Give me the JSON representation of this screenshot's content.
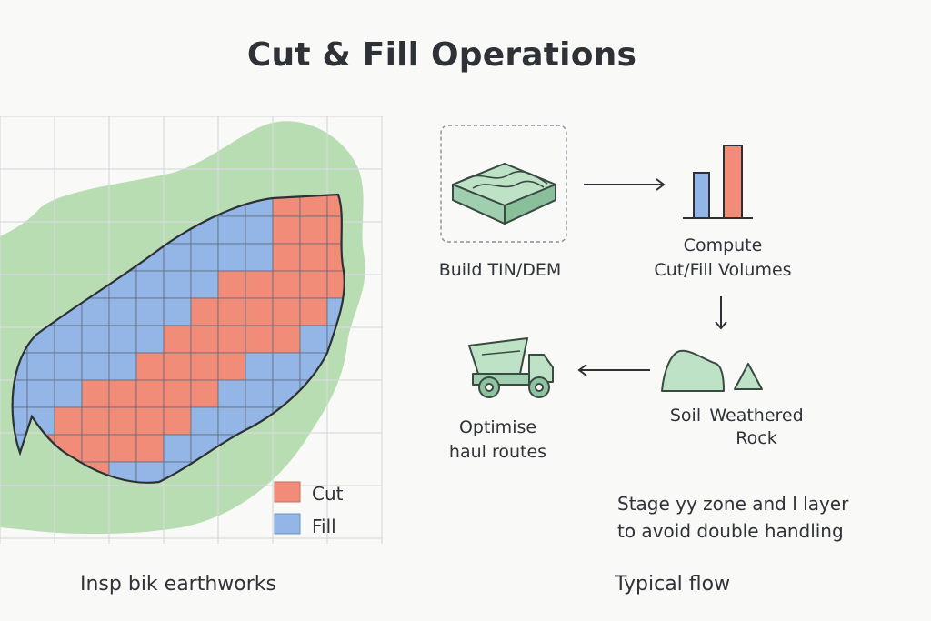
{
  "title": "Cut & Fill Operations",
  "colors": {
    "cut": "#f08c78",
    "fill": "#94b6e6",
    "green": "#b9ddb3",
    "grid": "#d8dadd",
    "outline": "#2d3136",
    "icon_green": "#a8d4b2",
    "icon_stroke": "#3a4a42"
  },
  "map": {
    "legend": {
      "cut": "Cut",
      "fill": "Fill"
    },
    "caption": "Insp bik  earthworks"
  },
  "flow": {
    "step1": {
      "label": "Build TIN/DEM",
      "icon": "terrain-block-icon"
    },
    "step2": {
      "label_line1": "Compute",
      "label_line2": "Cut/Fill Volumes",
      "icon": "bar-chart-icon"
    },
    "step3": {
      "label_soil": "Soil",
      "label_rock_line1": "Weathered",
      "label_rock_line2": "Rock",
      "icon": "material-piles-icon"
    },
    "step4": {
      "label_line1": "Optimise",
      "label_line2": "haul routes",
      "icon": "dump-truck-icon"
    },
    "note_line1": "Stage yy zone and l layer",
    "note_line2": "to avoid double handling",
    "caption": "Typical flow"
  }
}
